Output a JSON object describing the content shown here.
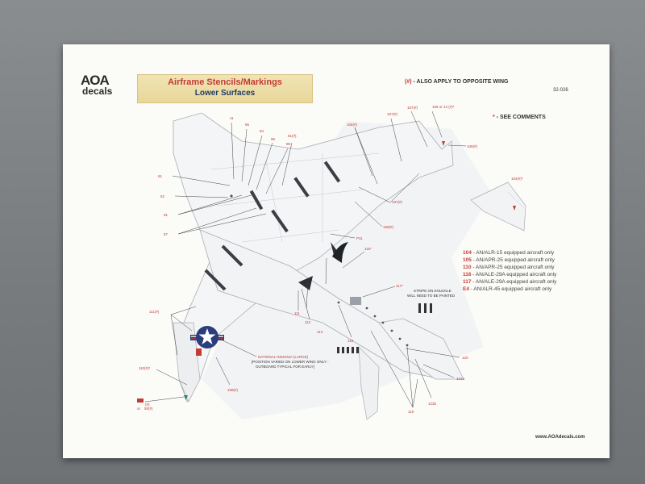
{
  "header": {
    "logo_top": "AOA",
    "logo_bottom": "decals",
    "title": "Airframe Stencils/Markings",
    "subtitle": "Lower Surfaces",
    "sheet_code": "32-026"
  },
  "notes": {
    "wing_note_code": "(#)",
    "wing_note_text": " - ALSO APPLY TO OPPOSITE WING",
    "comments_note_code": "*",
    "comments_note_text": " - SEE COMMENTS"
  },
  "legend": [
    {
      "code": "104",
      "text": " - AN/ALR-15 equipped aircraft only"
    },
    {
      "code": "105",
      "text": " - AN/APR-25 equipped aircraft only"
    },
    {
      "code": "110",
      "text": " - AN/APR-25 equipped aircraft only"
    },
    {
      "code": "116",
      "text": " - AN/ALE-29A equipped aircraft only"
    },
    {
      "code": "117",
      "text": " - AN/ALE-29A equipped aircraft only"
    },
    {
      "code": "E4",
      "text": " - AN/ALR-45 equipped aircraft only"
    }
  ],
  "callouts": {
    "insignia_1": "NATIONAL INSIGNIA (LARGE)",
    "insignia_2": "[POSITION VARIED ON LOWER WING ONLY -",
    "insignia_3": "OUTBOARD TYPICAL FOR EARLY]",
    "stripe_1": "STRIPE ON KNUCKLE",
    "stripe_2": "WILL NEED TO BE PAINTED"
  },
  "labels": {
    "l1": "11",
    "l2": "96",
    "l3": "94",
    "l4": "96",
    "l5": "99",
    "l6": "61(#)",
    "l7": "106(#)",
    "l8": "105 or 14 (#)*",
    "l9": "107(#)",
    "l10": "104(#)",
    "l11": "104(#)*",
    "l12": "107(#)",
    "l13": "108(#)",
    "l14": "61",
    "l15": "82",
    "l16": "91",
    "l17": "57",
    "l18": "P11",
    "l19": "116*",
    "l20": "117*",
    "l21": "111",
    "l22": "112",
    "l23": "113",
    "l24": "118",
    "l25": "111(#)",
    "l26": "110(#)*",
    "l27": "108(#)",
    "l28": "120",
    "l29": "121a",
    "l30": "123b",
    "l31": "119",
    "l32": "(#)",
    "l33": "or",
    "l34": "50(#)"
  },
  "footer": {
    "website": "www.AOAdecals.com"
  }
}
